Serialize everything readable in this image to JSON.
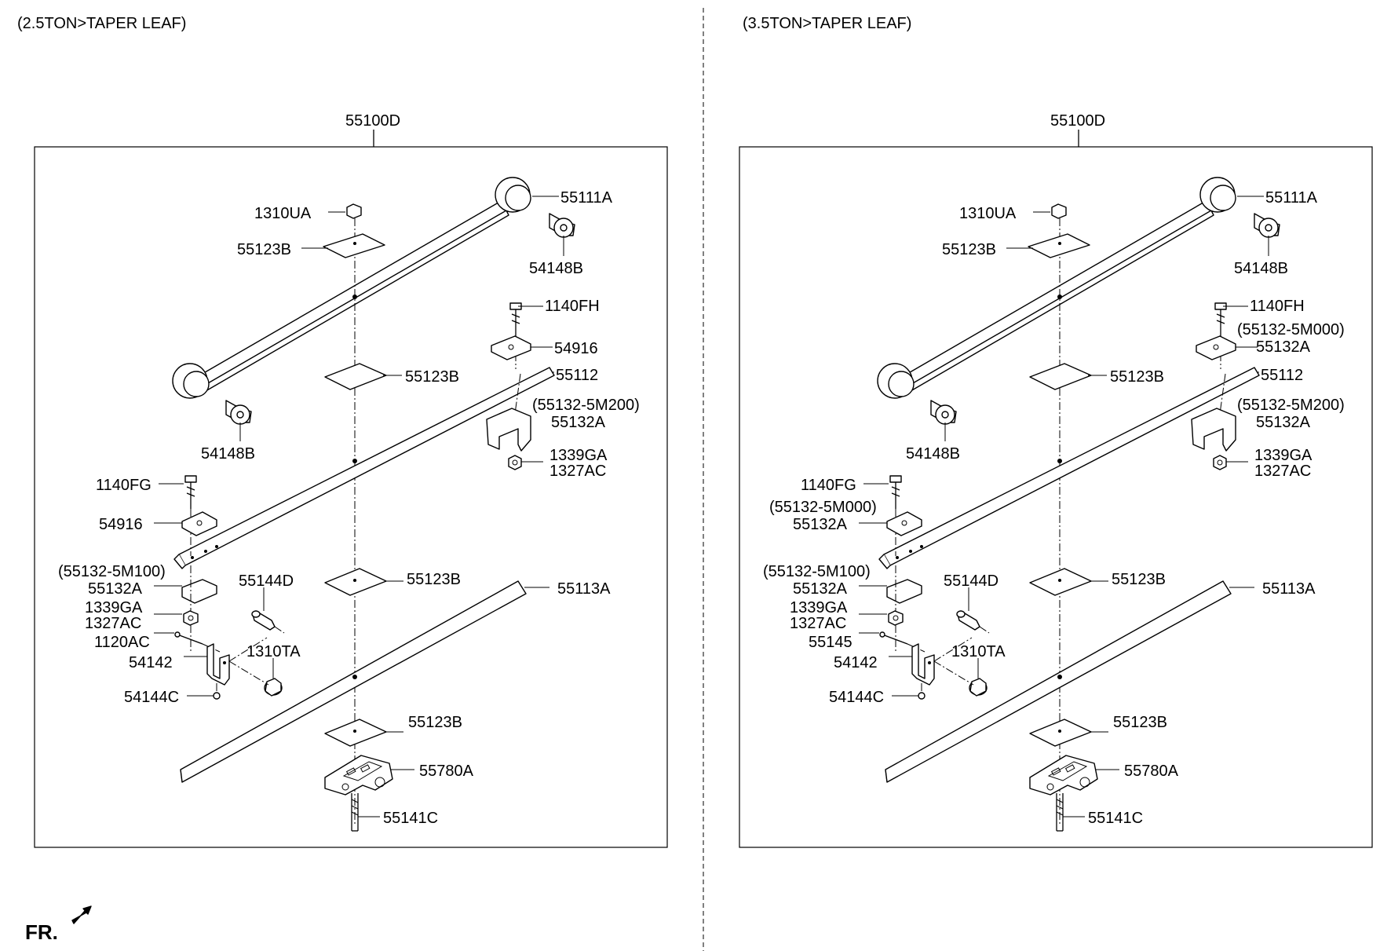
{
  "panels": [
    {
      "title": "(2.5TON>TAPER LEAF)",
      "labels": {
        "assembly": "55100D",
        "nut_top": "1310UA",
        "eye_bush": "55111A",
        "pad_top": "55123B",
        "bush_right": "54148B",
        "bolt_right": "1140FH",
        "clip_right": "54916",
        "pad_second": "55123B",
        "leaf_second": "55112",
        "code_clamp_right": "(55132-5M200)",
        "clamp_right": "55132A",
        "nut_right_a": "1339GA",
        "nut_right_b": "1327AC",
        "bush_left": "54148B",
        "bolt_left": "1140FG",
        "clip_left": "54916",
        "code_clamp_left": "(55132-5M100)",
        "clamp_left": "55132A",
        "nut_left_a": "1339GA",
        "nut_left_b": "1327AC",
        "pin_left": "1120AC",
        "bracket": "54142",
        "nut_small": "54144C",
        "spacer": "55144D",
        "collar": "1310TA",
        "pad_third": "55123B",
        "leaf_third": "55113A",
        "pad_bottom": "55123B",
        "seat": "55780A",
        "center_bolt": "55141C"
      }
    },
    {
      "title": "(3.5TON>TAPER LEAF)",
      "labels": {
        "assembly": "55100D",
        "nut_top": "1310UA",
        "eye_bush": "55111A",
        "pad_top": "55123B",
        "bush_right": "54148B",
        "bolt_right": "1140FH",
        "code_clip_right": "(55132-5M000)",
        "clip_right": "55132A",
        "pad_second": "55123B",
        "leaf_second": "55112",
        "code_clamp_right": "(55132-5M200)",
        "clamp_right": "55132A",
        "nut_right_a": "1339GA",
        "nut_right_b": "1327AC",
        "bush_left": "54148B",
        "bolt_left": "1140FG",
        "code_clip_left": "(55132-5M000)",
        "clip_left": "55132A",
        "code_clamp_left": "(55132-5M100)",
        "clamp_left": "55132A",
        "nut_left_a": "1339GA",
        "nut_left_b": "1327AC",
        "pin_left": "55145",
        "bracket": "54142",
        "nut_small": "54144C",
        "spacer": "55144D",
        "collar": "1310TA",
        "pad_third": "55123B",
        "leaf_third": "55113A",
        "pad_bottom": "55123B",
        "seat": "55780A",
        "center_bolt": "55141C"
      }
    }
  ],
  "fr_label": "FR."
}
